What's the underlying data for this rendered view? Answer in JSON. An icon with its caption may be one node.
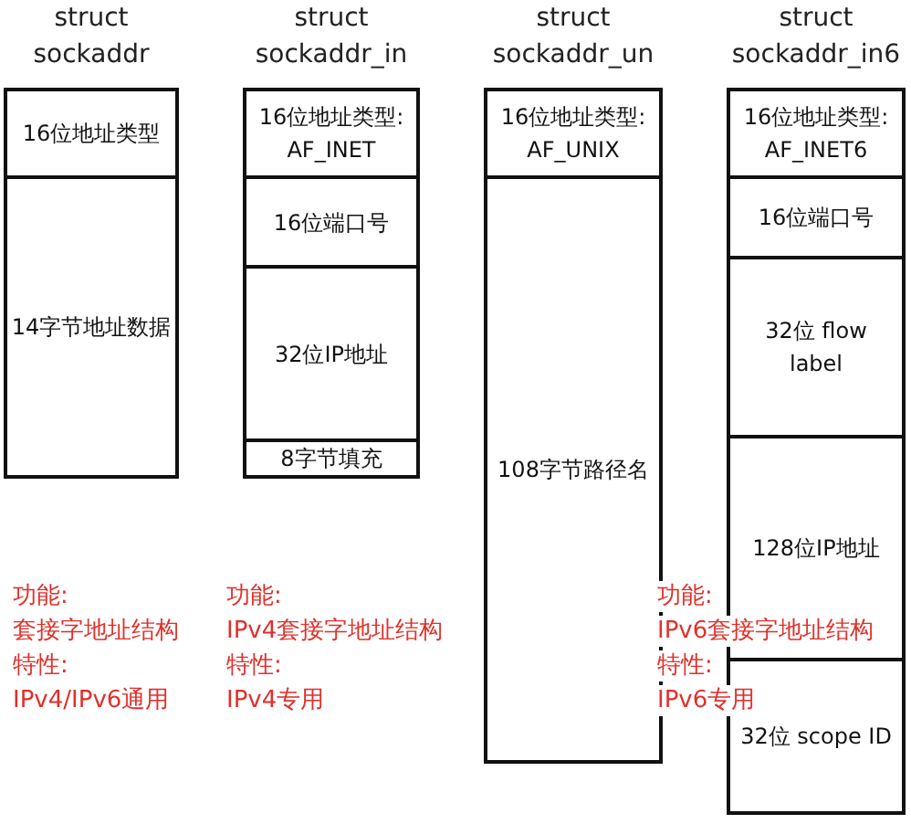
{
  "diagram": {
    "nodes": [
      {
        "text": [
          "struct sockaddr"
        ]
      },
      {
        "text": [
          "16位地址类型"
        ],
        "in": 0
      },
      {
        "text": [
          "14字节地址数据"
        ],
        "in": 0
      },
      {
        "text": [
          "struct sockaddr_in"
        ]
      },
      {
        "text": [
          "16位地址类型: AF_INET"
        ],
        "in": 3
      },
      {
        "text": [
          "16位端口号"
        ],
        "in": 3
      },
      {
        "text": [
          "32位IP地址"
        ],
        "in": 3
      },
      {
        "text": [
          "8字节填充"
        ],
        "in": 3
      },
      {
        "text": [
          "struct sockaddr_un"
        ]
      },
      {
        "text": [
          "16位地址类型: AF_UNIX"
        ],
        "in": 8
      },
      {
        "text": [
          "108字节路径名"
        ],
        "in": 8
      },
      {
        "text": [
          "struct sockaddr_in6"
        ]
      },
      {
        "text": [
          "16位地址类型: AF_INET6"
        ],
        "in": 11
      },
      {
        "text": [
          "16位端口号"
        ],
        "in": 11
      },
      {
        "text": [
          "32位 flow label"
        ],
        "in": 11
      },
      {
        "text": [
          "128位IP地址"
        ],
        "in": 11
      },
      {
        "text": [
          "32位 scope ID"
        ],
        "in": 11
      }
    ],
    "edges": [],
    "labels": [
      "功能:",
      "套接字地址结构",
      "特性:",
      "IPv4/IPv6通用",
      "功能:",
      "IPv4套接字地址结构",
      "特性:",
      "IPv4专用",
      "功能:",
      "IPv6套接字地址结构",
      "特性:",
      "IPv6专用"
    ]
  }
}
